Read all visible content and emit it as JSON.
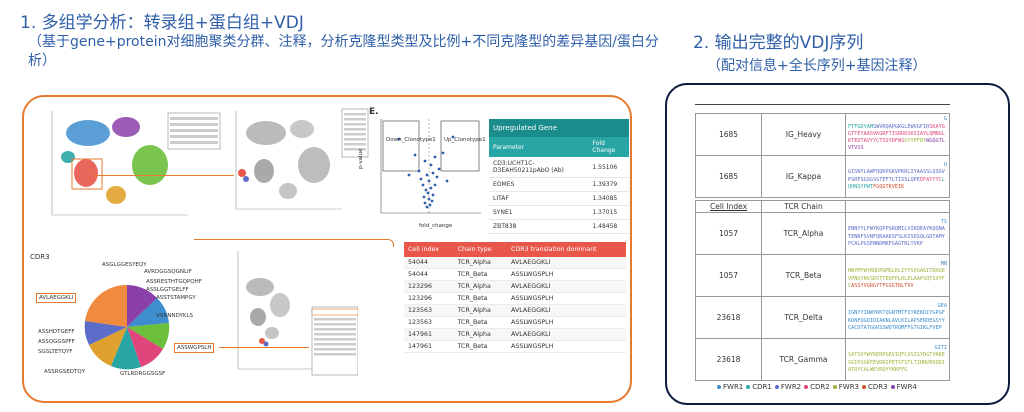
{
  "left_title": {
    "main": "1.  多组学分析：转录组+蛋白组+VDJ",
    "sub": "（基于gene+protein对细胞聚类分群、注释，分析克隆型类型及比例+不同克隆型的差异基因/蛋白分析）"
  },
  "right_title": {
    "main": "2.   输出完整的VDJ序列",
    "sub": "（配对信息+全长序列+基因注释）"
  },
  "panel_e_label": "E.",
  "cdr3_label": "CDR3",
  "pie_tags": [
    "ASGLGGESYEQY",
    "AVRDGGSQGNLIF",
    "ASSTSTAMPGY",
    "AVLAEGGKLI",
    "ASSWGPSLH",
    "ASSRGSEDTQY",
    "ASSRESTHTGQPQHF",
    "VVRNNDYKLS",
    "ASSLGGTGELFF",
    "ASSHDTGEFF",
    "ASSQGGSPFF",
    "SGSLTETQYF",
    "GTLRDRGGSGSF"
  ],
  "volcano_tags": [
    "Down_Clonotype1",
    "Up_Clonotype1"
  ],
  "volcano_axis": {
    "x": "fold_change",
    "y": "p-value"
  },
  "upregulated": {
    "title": "Upregulated Gene",
    "col1": "Parameter",
    "col2": "Fold Change",
    "rows": [
      {
        "param": "CD3:UCHT1C-D3EAH50211pAbO (Ab)",
        "fc": "1.55106"
      },
      {
        "param": "EOMES",
        "fc": "1.39379"
      },
      {
        "param": "LITAF",
        "fc": "1.34085"
      },
      {
        "param": "SYNE1",
        "fc": "1.37015"
      },
      {
        "param": "ZBT838",
        "fc": "1.48458"
      }
    ]
  },
  "cell_table": {
    "headers": [
      "Cell index",
      "Chain type",
      "CDR3 translation dominant"
    ],
    "rows": [
      [
        "54044",
        "TCR_Alpha",
        "AVLAEGGKLI"
      ],
      [
        "54044",
        "TCR_Beta",
        "ASSLWGSPLH"
      ],
      [
        "123296",
        "TCR_Alpha",
        "AVLAEGGKLI"
      ],
      [
        "123296",
        "TCR_Beta",
        "ASSLWGSPLH"
      ],
      [
        "123563",
        "TCR_Alpha",
        "AVLAEGGKLI"
      ],
      [
        "123563",
        "TCR_Beta",
        "ASSLWGSPLH"
      ],
      [
        "147961",
        "TCR_Alpha",
        "AVLAEGGKLI"
      ],
      [
        "147961",
        "TCR_Beta",
        "ASSLWGSPLH"
      ]
    ]
  },
  "vdj": {
    "header": {
      "idx": "Cell Index",
      "chain": "TCR Chain"
    },
    "ig_rows": [
      {
        "idx": "1685",
        "chain": "IG_Heavy",
        "end": "G",
        "seq": [
          {
            "t": "FTFGDYAM",
            "c": "c-cdr1"
          },
          {
            "t": "SWVRQAPGKGLEWVGFIR",
            "c": "c-fwr2"
          },
          {
            "t": "SKAYGGTTEYAASVKGRFTISRDDSKSIAYLQMNSLKTEDTAVYYCTSSYDFWS",
            "c": "c-cdr2"
          },
          {
            "t": "GYYPFDY",
            "c": "c-fwr3"
          },
          {
            "t": "WGQGTLVTVSS",
            "c": "c-fwr4"
          }
        ]
      },
      {
        "idx": "1685",
        "chain": "IG_Kappa",
        "end": "Q",
        "seq": [
          {
            "t": "GISNYLAWFQQKPGKVPKRLIYAASSLQSGVPSRFSGSGSGTEFTLTISSLQPE",
            "c": "c-fwr2"
          },
          {
            "t": "DFATYYC",
            "c": "c-cdr2"
          },
          {
            "t": "LQHNSYPWT",
            "c": "c-cdr1"
          },
          {
            "t": "FGQGTKVEIK",
            "c": "c-cdr3"
          }
        ]
      }
    ],
    "tcr_rows": [
      {
        "idx": "1057",
        "chain": "TCR_Alpha",
        "end": "TS",
        "seq": [
          {
            "t": "ENNYYLFWYKQPPSRQMILVIRQEAYKQQNATENRFSVNFQKAAKSFSLKISDSQLGDTAMYFCALPGSENNDMRFGAGTRLTVKP",
            "c": "c-fwr2"
          }
        ]
      },
      {
        "idx": "1057",
        "chain": "TCR_Beta",
        "end": "MN",
        "seq": [
          {
            "t": "HNYMYWYRQDPGMGLKLIYYSVGAGITDKGEVPNGYNVSRSTTEDFPLRLELAAPSQTSVYFC",
            "c": "c-fwr3"
          },
          {
            "t": "ASSYVGRGYTFGSGTRLTVV",
            "c": "c-cdr3"
          }
        ]
      },
      {
        "idx": "23618",
        "chain": "TCR_Delta",
        "end": "GEA",
        "seq": [
          {
            "t": "IGNYYINWYRKTQGNTMTFIYREKDIYGPGFKDNFQGDIDIAKNLAVLKILAPSERDEGSYYCACDTATGGRSSWDTRQMFFGTGIKLFVEP",
            "c": "c-fwr1"
          }
        ]
      },
      {
        "idx": "23618",
        "chain": "TCR_Gamma",
        "end": "GITI",
        "seq": [
          {
            "t": "SATSVYWYRERPGEVIQFLVSISYDGTVRKESGIPSGKFEVDRIPETSTSTLTIHNVEKQDIATOYCALWEVRQYYKKFFG",
            "c": "c-fwr3"
          }
        ]
      }
    ]
  },
  "legend": [
    "FWR1",
    "CDR1",
    "FWR2",
    "CDR2",
    "FWR3",
    "CDR3",
    "FWR4"
  ],
  "legend_colors": [
    "#3e8ecf",
    "#2aa5a5",
    "#5b6cc9",
    "#e0467c",
    "#9bb43a",
    "#d04e2e",
    "#8b3fa8"
  ]
}
